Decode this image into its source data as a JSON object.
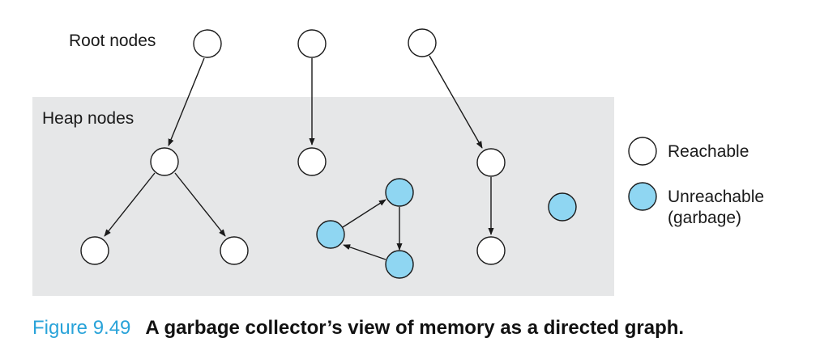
{
  "labels": {
    "root": "Root nodes",
    "heap": "Heap nodes",
    "legend_reachable": "Reachable",
    "legend_unreachable_1": "Unreachable",
    "legend_unreachable_2": "(garbage)"
  },
  "caption": {
    "number": "Figure 9.49",
    "text": "A garbage collector’s view of memory as a directed graph."
  },
  "colors": {
    "reachable_fill": "#ffffff",
    "unreachable_fill": "#8fd6f2",
    "heap_region": "#e6e7e8",
    "caption_number": "#29a3d9"
  }
}
